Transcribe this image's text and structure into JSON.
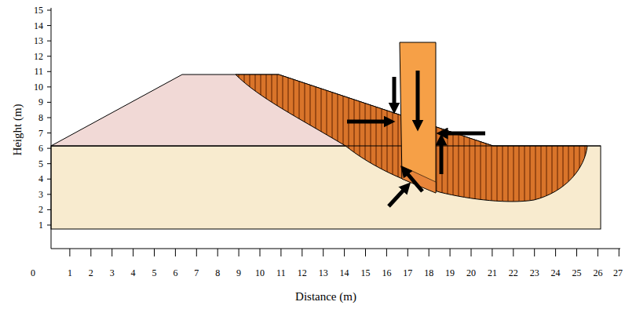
{
  "diagram": {
    "labels": [
      "15",
      "14",
      "13",
      "12",
      "11",
      "10",
      "9",
      "8",
      "7",
      "6",
      "5",
      "4",
      "3",
      "2",
      "1",
      "0",
      "1",
      "2",
      "3",
      "4",
      "5",
      "6",
      "7",
      "8",
      "9",
      "10",
      "11",
      "12",
      "13",
      "14",
      "15",
      "16",
      "17",
      "18",
      "19",
      "20",
      "21",
      "22",
      "23",
      "24",
      "25",
      "26",
      "27",
      "Height (m)",
      "Distance (m)"
    ]
  }
}
